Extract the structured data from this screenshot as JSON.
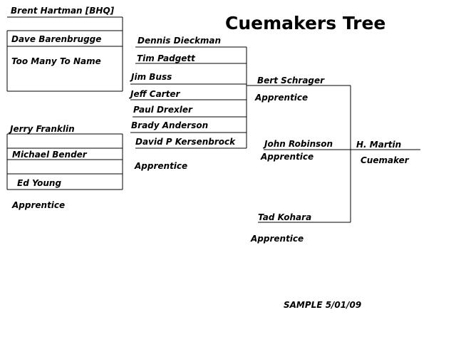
{
  "title": "Cuemakers Tree",
  "sample_note": "SAMPLE 5/01/09",
  "nodes": {
    "brent_hartman": "Brent Hartman  [BHQ]",
    "dave_barenbrugge": "Dave Barenbrugge",
    "too_many": "Too Many To Name",
    "jerry_franklin": "Jerry Franklin",
    "michael_bender": "Michael Bender",
    "ed_young": "Ed Young",
    "dennis_dieckman": "Dennis  Dieckman",
    "tim_padgett": "Tim Padgett",
    "jim_buss": "Jim Buss",
    "jeff_carter": "Jeff Carter",
    "paul_drexler": "Paul Drexler",
    "brady_anderson": "Brady Anderson",
    "david_kersenbrock": "David P Kersenbrock",
    "bert_schrager": "Bert Schrager",
    "john_robinson": "John Robinson",
    "tad_kohara": "Tad Kohara",
    "h_martin": "H. Martin"
  },
  "roles": {
    "apprentice": "Apprentice",
    "cuemaker": "Cuemaker"
  }
}
